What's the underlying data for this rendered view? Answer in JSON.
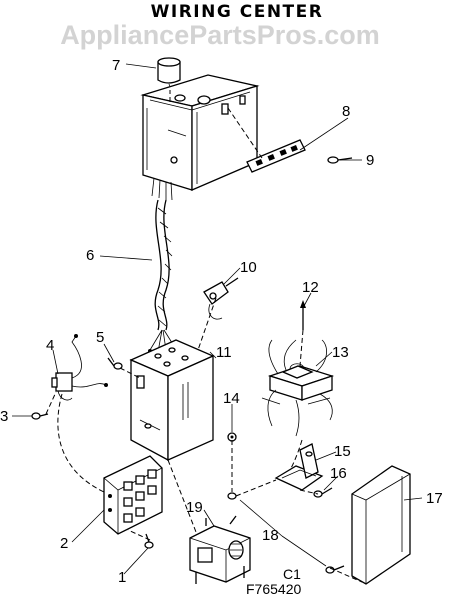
{
  "title": "WIRING CENTER",
  "watermark": "AppliancePartsPros.com",
  "callouts": [
    "1",
    "2",
    "3",
    "4",
    "5",
    "6",
    "7",
    "8",
    "9",
    "10",
    "11",
    "12",
    "13",
    "14",
    "15",
    "16",
    "17",
    "18",
    "19"
  ],
  "footer": {
    "section": "C1",
    "code": "F765420"
  }
}
